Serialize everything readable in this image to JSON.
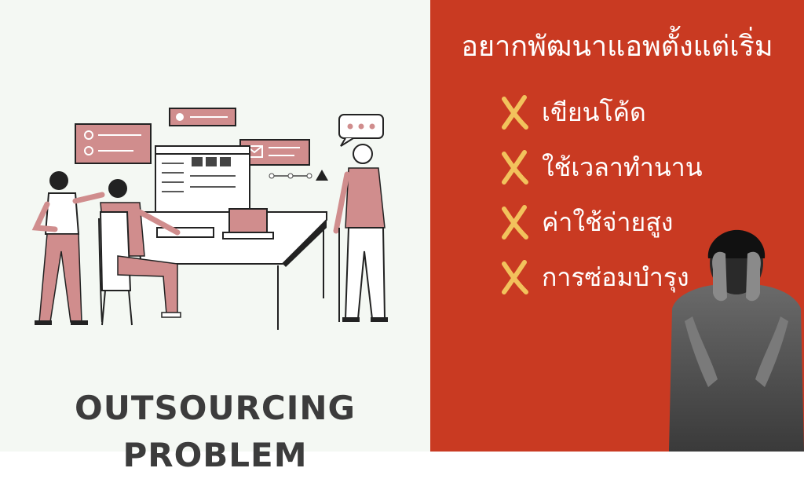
{
  "left_panel": {
    "title": "OUTSOURCING PROBLEM"
  },
  "right_panel": {
    "headline": "อยากพัฒนาแอพตั้งแต่เริ่ม",
    "items": [
      {
        "label": "เขียนโค้ด",
        "icon": "x-mark-icon"
      },
      {
        "label": "ใช้เวลาทำนาน",
        "icon": "x-mark-icon"
      },
      {
        "label": "ค่าใช้จ่ายสูง",
        "icon": "x-mark-icon"
      },
      {
        "label": "การซ่อมบำรุง",
        "icon": "x-mark-icon"
      }
    ]
  },
  "colors": {
    "left_bg": "#f4f8f3",
    "right_bg": "#c93a22",
    "accent_pink": "#d08d8d",
    "x_mark": "#f2c25c",
    "title_text": "#3c3c3c"
  }
}
